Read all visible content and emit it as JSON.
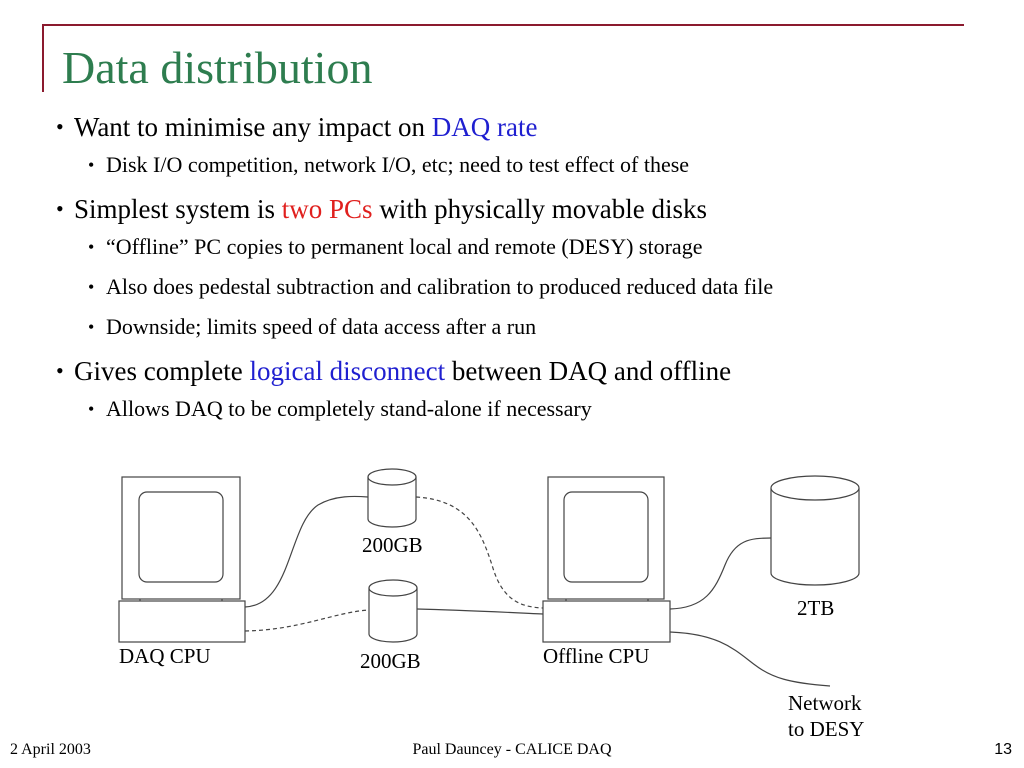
{
  "title": "Data distribution",
  "bullets": {
    "b1": {
      "pre": "Want to minimise any impact on ",
      "hl": "DAQ rate",
      "post": ""
    },
    "b1_1": "Disk I/O competition, network I/O, etc; need to test effect of these",
    "b2": {
      "pre": "Simplest system is ",
      "hl": "two PCs",
      "post": " with physically movable disks"
    },
    "b2_1": "“Offline” PC copies to permanent local and remote (DESY) storage",
    "b2_2": "Also does pedestal subtraction and calibration to produced reduced data file",
    "b2_3": "Downside; limits speed of data access after a run",
    "b3": {
      "pre": "Gives complete ",
      "hl": "logical disconnect",
      "post": " between DAQ and offline"
    },
    "b3_1": "Allows DAQ to be completely stand-alone if necessary"
  },
  "diagram": {
    "daq_cpu_label": "DAQ CPU",
    "disk_top_label": "200GB",
    "disk_bottom_label": "200GB",
    "offline_cpu_label": "Offline CPU",
    "storage_label": "2TB",
    "network_line1": "Network",
    "network_line2": "to DESY"
  },
  "footer": {
    "date": "2 April 2003",
    "author": "Paul Dauncey - CALICE DAQ",
    "page": "13"
  },
  "colors": {
    "title": "#2e7d4f",
    "frame": "#8b1a2e",
    "highlight_blue": "#1f1fd0",
    "highlight_red": "#e0201e"
  }
}
